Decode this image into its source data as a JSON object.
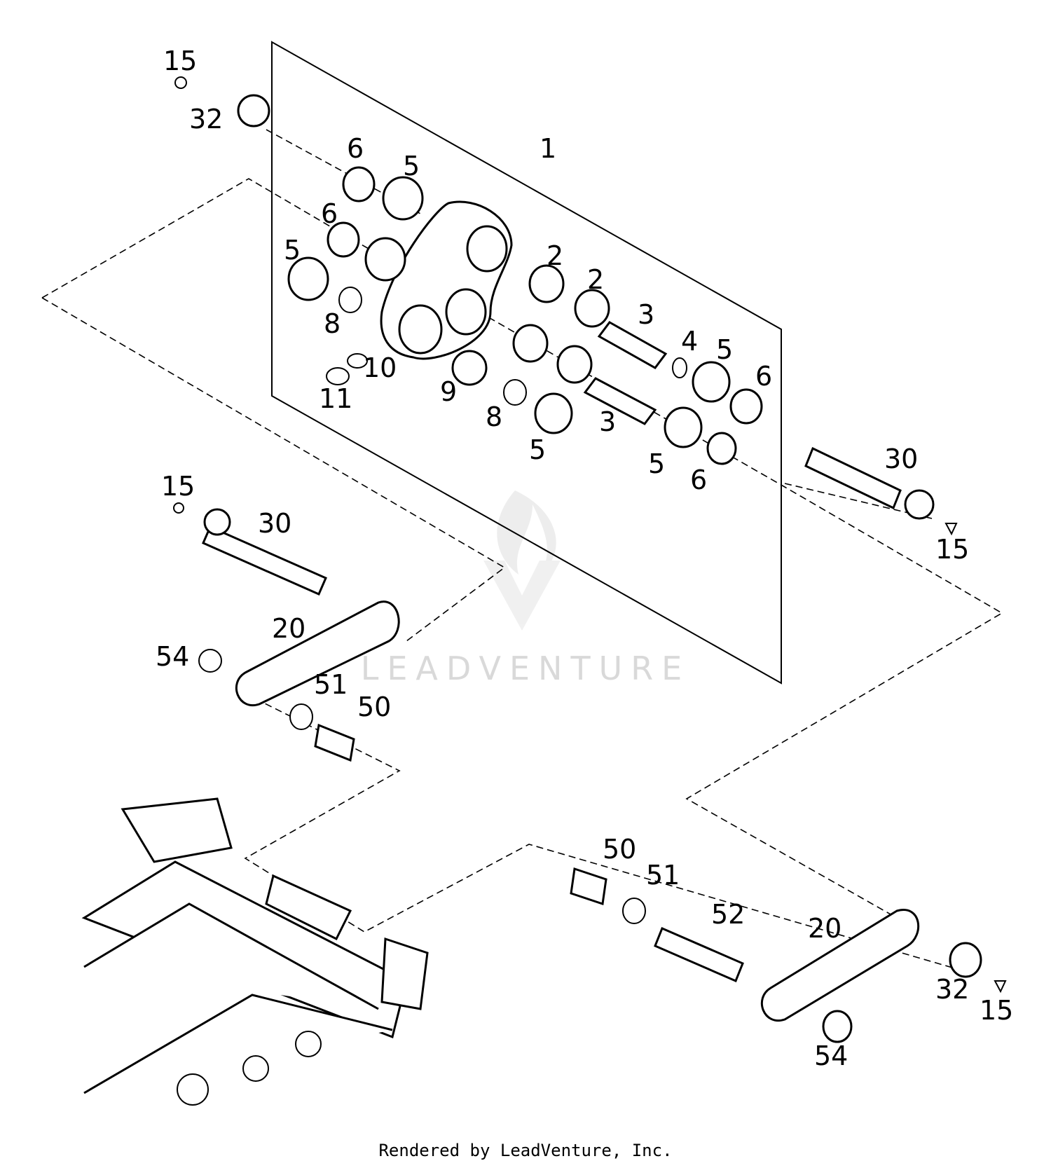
{
  "callouts": [
    {
      "label": "15"
    },
    {
      "label": "32"
    },
    {
      "label": "6"
    },
    {
      "label": "5"
    },
    {
      "label": "1"
    },
    {
      "label": "6"
    },
    {
      "label": "5"
    },
    {
      "label": "2"
    },
    {
      "label": "2"
    },
    {
      "label": "8"
    },
    {
      "label": "3"
    },
    {
      "label": "4"
    },
    {
      "label": "5"
    },
    {
      "label": "6"
    },
    {
      "label": "10"
    },
    {
      "label": "11"
    },
    {
      "label": "9"
    },
    {
      "label": "8"
    },
    {
      "label": "3"
    },
    {
      "label": "5"
    },
    {
      "label": "5"
    },
    {
      "label": "6"
    },
    {
      "label": "30"
    },
    {
      "label": "15"
    },
    {
      "label": "15"
    },
    {
      "label": "30"
    },
    {
      "label": "20"
    },
    {
      "label": "54"
    },
    {
      "label": "51"
    },
    {
      "label": "50"
    },
    {
      "label": "50"
    },
    {
      "label": "51"
    },
    {
      "label": "52"
    },
    {
      "label": "20"
    },
    {
      "label": "32"
    },
    {
      "label": "15"
    },
    {
      "label": "54"
    }
  ],
  "watermark": "LEADVENTURE",
  "footer": "Rendered by LeadVenture, Inc."
}
